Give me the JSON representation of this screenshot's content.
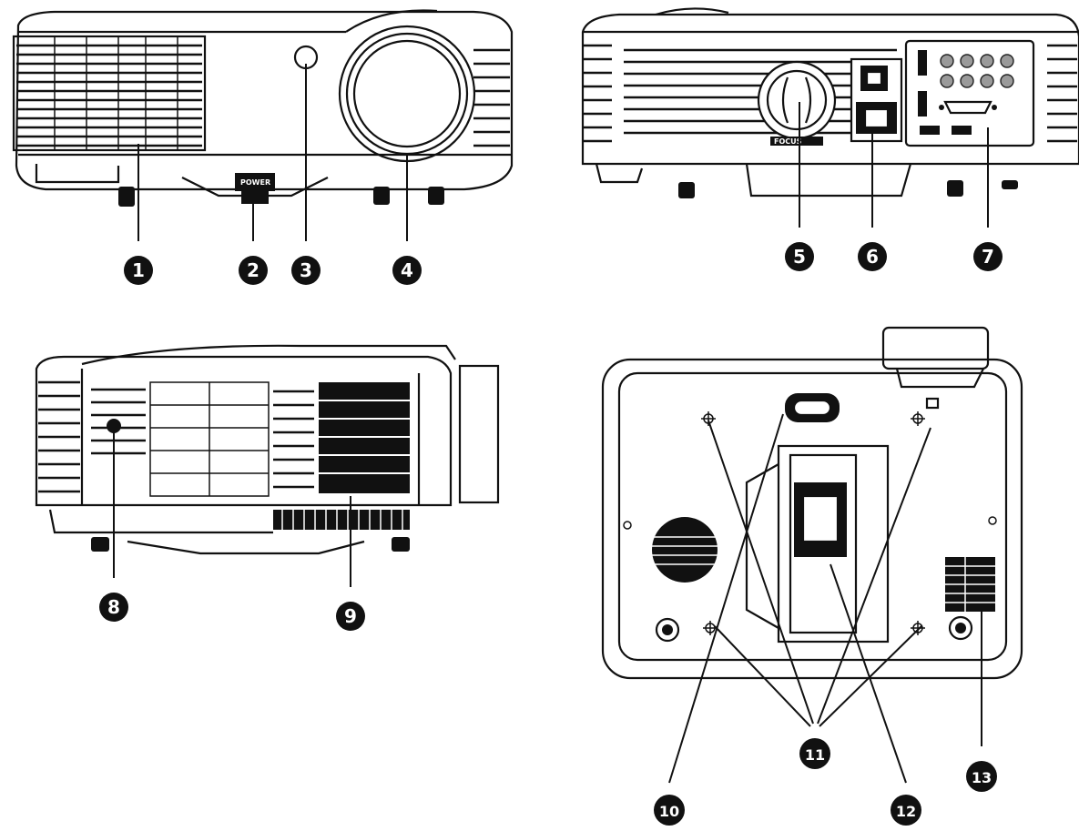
{
  "callouts": [
    {
      "id": "1",
      "label": "1"
    },
    {
      "id": "2",
      "label": "2"
    },
    {
      "id": "3",
      "label": "3"
    },
    {
      "id": "4",
      "label": "4"
    },
    {
      "id": "5",
      "label": "5"
    },
    {
      "id": "6",
      "label": "6"
    },
    {
      "id": "7",
      "label": "7"
    },
    {
      "id": "8",
      "label": "8"
    },
    {
      "id": "9",
      "label": "9"
    },
    {
      "id": "10",
      "label": "10"
    },
    {
      "id": "11",
      "label": "11"
    },
    {
      "id": "12",
      "label": "12"
    },
    {
      "id": "13",
      "label": "13"
    }
  ],
  "labels": {
    "front_foot_label": "POWER",
    "rear_lens_label": "FOCUS"
  },
  "colors": {
    "ink": "#111111",
    "paper": "#ffffff",
    "grey": "#9a9a9a"
  }
}
